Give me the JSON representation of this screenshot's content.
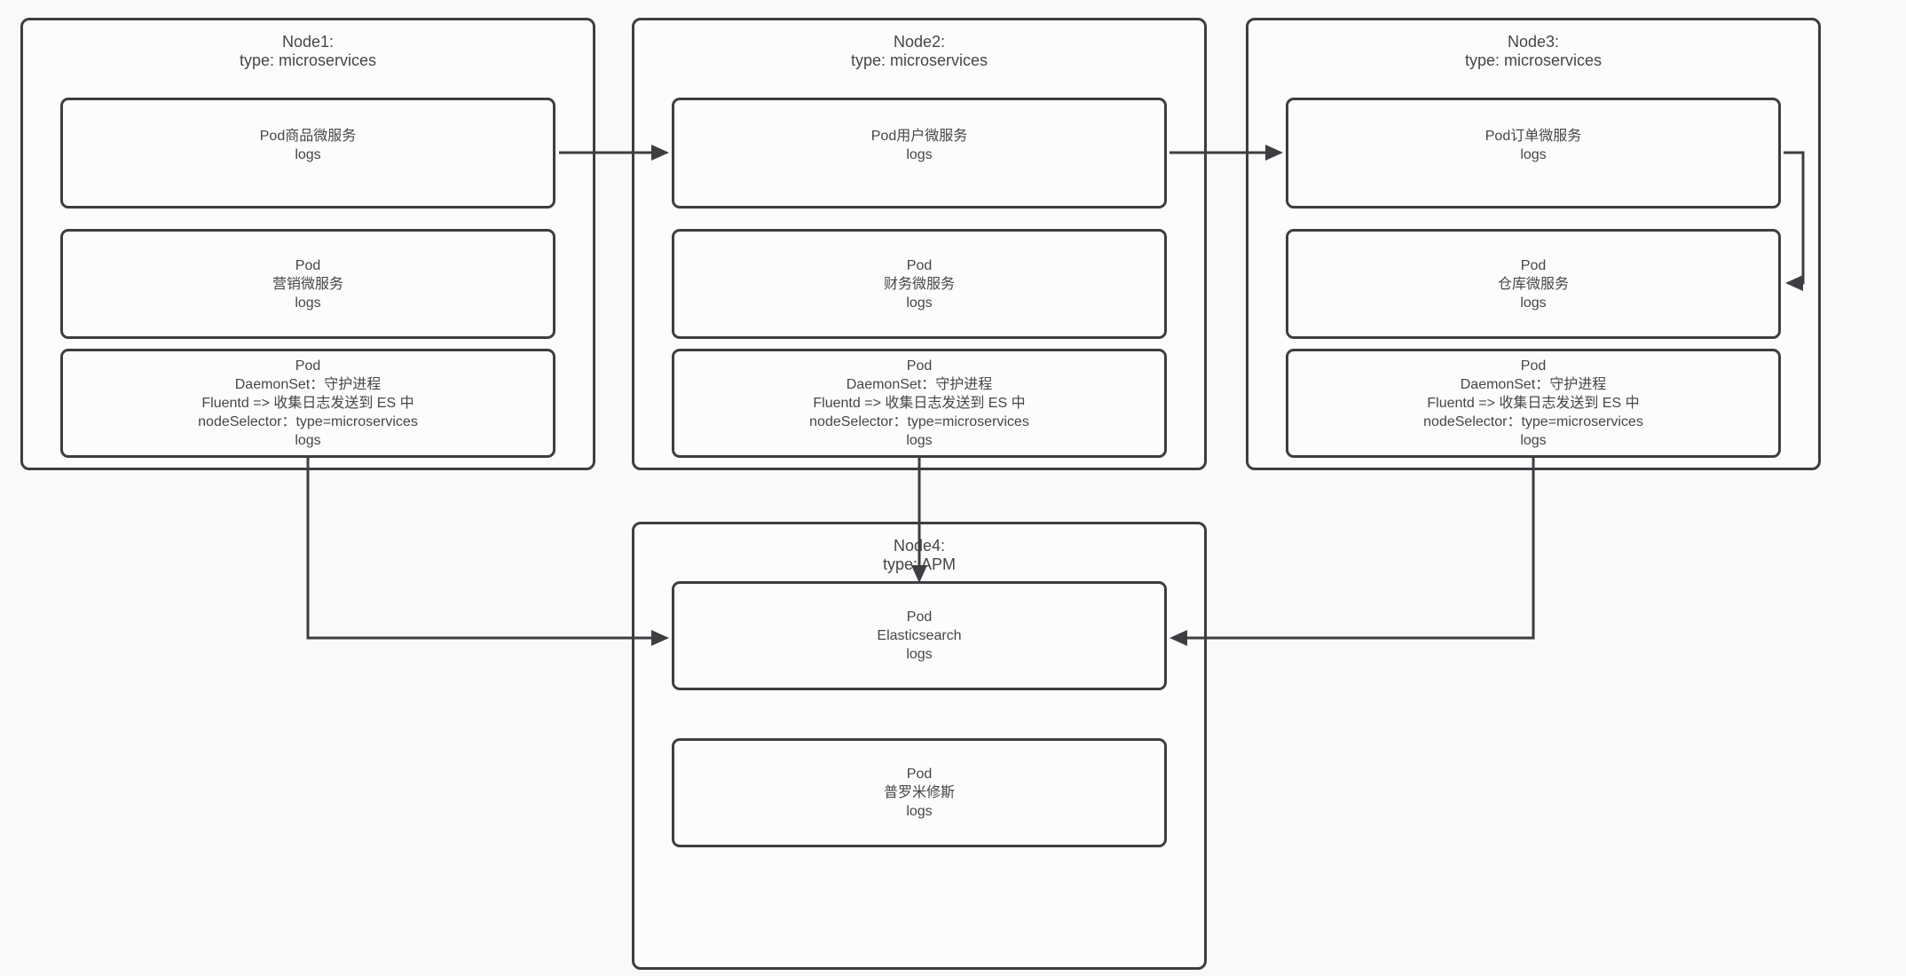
{
  "canvas": {
    "background": "#f9f9fa",
    "line_color": "#3d3d42",
    "text_color": "#46464a"
  },
  "nodes": [
    {
      "id": "node1",
      "title": [
        "Node1:",
        "type: microservices"
      ],
      "pods": [
        {
          "name": "product-microservice",
          "lines": [
            "Pod商品微服务",
            "logs"
          ]
        },
        {
          "name": "marketing-microservice",
          "lines": [
            "Pod",
            "营销微服务",
            "logs"
          ]
        },
        {
          "name": "daemonset-fluentd",
          "lines": [
            "Pod",
            "DaemonSet：守护进程",
            "Fluentd => 收集日志发送到 ES 中",
            "nodeSelector：type=microservices",
            "logs"
          ]
        }
      ]
    },
    {
      "id": "node2",
      "title": [
        "Node2:",
        "type: microservices"
      ],
      "pods": [
        {
          "name": "user-microservice",
          "lines": [
            "Pod用户微服务",
            "logs"
          ]
        },
        {
          "name": "finance-microservice",
          "lines": [
            "Pod",
            "财务微服务",
            "logs"
          ]
        },
        {
          "name": "daemonset-fluentd",
          "lines": [
            "Pod",
            "DaemonSet：守护进程",
            "Fluentd => 收集日志发送到 ES 中",
            "nodeSelector：type=microservices",
            "logs"
          ]
        }
      ]
    },
    {
      "id": "node3",
      "title": [
        "Node3:",
        "type: microservices"
      ],
      "pods": [
        {
          "name": "order-microservice",
          "lines": [
            "Pod订单微服务",
            "logs"
          ]
        },
        {
          "name": "warehouse-microservice",
          "lines": [
            "Pod",
            "仓库微服务",
            "logs"
          ]
        },
        {
          "name": "daemonset-fluentd",
          "lines": [
            "Pod",
            "DaemonSet：守护进程",
            "Fluentd => 收集日志发送到 ES 中",
            "nodeSelector：type=microservices",
            "logs"
          ]
        }
      ]
    },
    {
      "id": "node4",
      "title": [
        "Node4:",
        "type: APM"
      ],
      "pods": [
        {
          "name": "elasticsearch",
          "lines": [
            "Pod",
            "Elasticsearch",
            "logs"
          ]
        },
        {
          "name": "prometheus",
          "lines": [
            "Pod",
            "普罗米修斯",
            "logs"
          ]
        }
      ]
    }
  ],
  "connections": [
    {
      "from": "node1.product-microservice",
      "to": "node2.user-microservice"
    },
    {
      "from": "node2.user-microservice",
      "to": "node3.order-microservice"
    },
    {
      "from": "node3.order-microservice",
      "to": "node3.warehouse-microservice"
    },
    {
      "from": "node1.daemonset-fluentd",
      "to": "node4.elasticsearch"
    },
    {
      "from": "node2.daemonset-fluentd",
      "to": "node4.elasticsearch"
    },
    {
      "from": "node3.daemonset-fluentd",
      "to": "node4.elasticsearch"
    }
  ]
}
